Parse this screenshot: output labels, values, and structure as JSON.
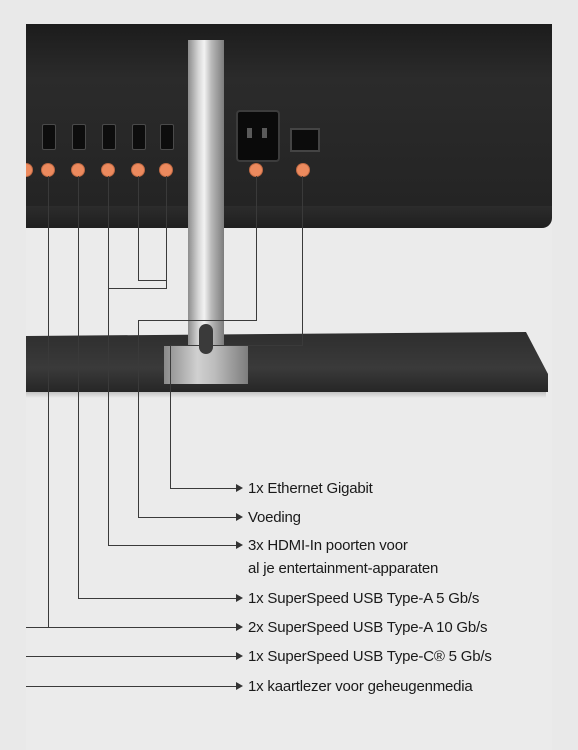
{
  "labels": {
    "ethernet": "1x Ethernet Gigabit",
    "voeding": "Voeding",
    "hdmi_line1": "3x HDMI-In poorten voor",
    "hdmi_line2": "al je entertainment-apparaten",
    "usb_a_5": "1x SuperSpeed USB Type-A 5 Gb/s",
    "usb_a_10": "2x SuperSpeed USB Type-A 10 Gb/s",
    "usb_c": "1x SuperSpeed USB Type-C® 5 Gb/s",
    "card_reader": "1x kaartlezer voor geheugenmedia"
  },
  "colors": {
    "connector_dot": "#ec8a5e",
    "line": "#3a3a3a",
    "background": "#ebebeb"
  }
}
